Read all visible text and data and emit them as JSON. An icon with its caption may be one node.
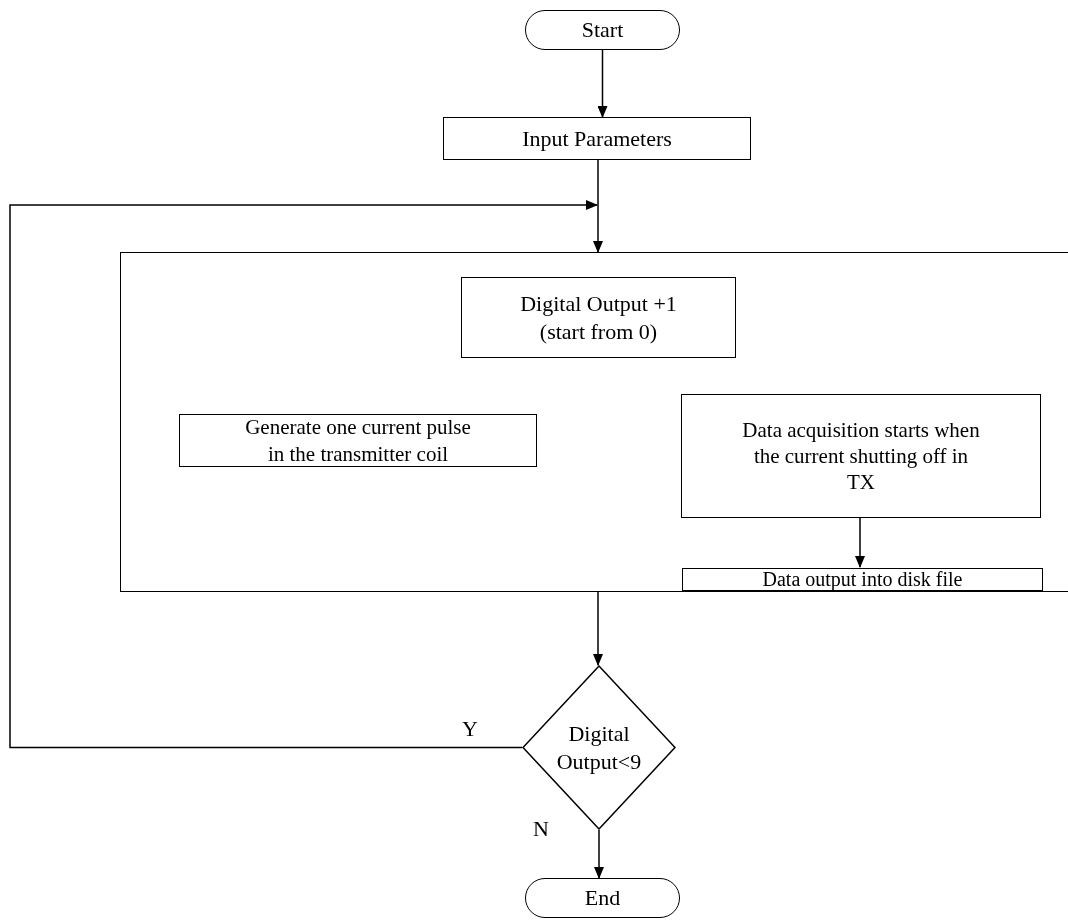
{
  "diagram": {
    "nodes": [
      {
        "text": [
          "Start"
        ]
      },
      {
        "text": [
          "Input Parameters"
        ]
      },
      {
        "text": [],
        "shape": "box"
      },
      {
        "text": [
          "Digital Output +1 (start from 0)"
        ],
        "in": 2
      },
      {
        "text": [
          "Generate one current pulse in the transmitter coil"
        ],
        "in": 2
      },
      {
        "text": [
          "Data acquisition starts when the current shutting off in TX"
        ],
        "in": 2
      },
      {
        "text": [
          "Data output into disk file"
        ],
        "in": 2
      },
      {
        "text": [
          "Digital Output<9"
        ]
      },
      {
        "text": [
          "End"
        ]
      }
    ],
    "edges": [
      {
        "from": 0,
        "to": 1,
        "arrow": "to"
      },
      {
        "from": 1,
        "to": 2,
        "arrow": "to"
      },
      {
        "from": 5,
        "to": 6,
        "arrow": "to"
      },
      {
        "from": 2,
        "to": 7,
        "arrow": "to"
      },
      {
        "from": 7,
        "to": 2,
        "arrow": "to",
        "label": "Y"
      },
      {
        "from": 7,
        "to": 8,
        "arrow": "to",
        "label": "N"
      }
    ]
  }
}
